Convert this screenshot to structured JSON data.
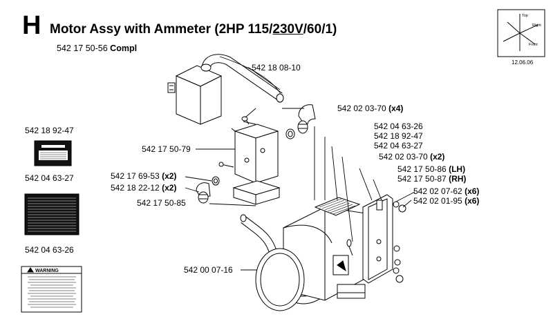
{
  "section_letter": "H",
  "title": {
    "prefix": "Motor Assy with Ammeter (2HP 115/",
    "underlined": "230V",
    "suffix": "/60/1)"
  },
  "subtitle": {
    "number": "542 17 50-56",
    "label": "Compl"
  },
  "date": "12.06.06",
  "compass": {
    "top": "Top",
    "right": "Right",
    "front": "Front"
  },
  "labels": {
    "l1": "542 18 08-10",
    "l2": "542 02 03-70",
    "l2q": "(x4)",
    "l3": "542 04 63-26",
    "l4": "542 18 92-47",
    "l5": "542 04 63-27",
    "l6": "542 02 03-70",
    "l6q": "(x2)",
    "l7": "542 17 50-86",
    "l7q": "(LH)",
    "l8": "542 17 50-87",
    "l8q": "(RH)",
    "l9": "542 02 07-62",
    "l9q": "(x6)",
    "l10": "542 02 01-95",
    "l10q": "(x6)",
    "l11": "542 17 50-79",
    "l12": "542 17 69-53",
    "l12q": "(x2)",
    "l13": "542 18 22-12",
    "l13q": "(x2)",
    "l14": "542 17 50-85",
    "l15": "542 00 07-16"
  },
  "side_labels": {
    "s1": "542 18 92-47",
    "s2": "542 04 63-27",
    "s3": "542 04 63-26"
  },
  "warning": {
    "heading": "WARNING"
  }
}
